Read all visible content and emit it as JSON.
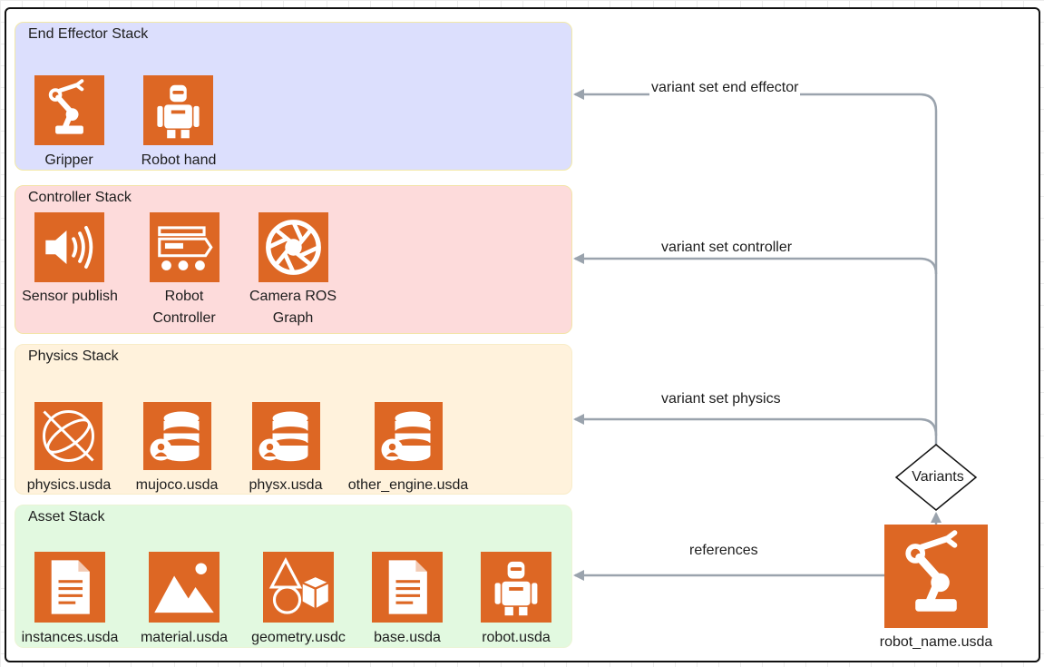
{
  "stacks": {
    "end_effector": {
      "title": "End Effector Stack",
      "fill": "#dcdffd",
      "border": "#f3e9a6",
      "items": [
        {
          "label": "Gripper",
          "icon": "robot-arm-icon"
        },
        {
          "label": "Robot hand",
          "icon": "humanoid-robot-icon"
        }
      ]
    },
    "controller": {
      "title": "Controller Stack",
      "fill": "#fddbdb",
      "border": "#f3e4a9",
      "items": [
        {
          "label": "Sensor publish",
          "icon": "speaker-icon"
        },
        {
          "label_lines": [
            "Robot",
            "Controller"
          ],
          "icon": "rover-icon"
        },
        {
          "label_lines": [
            "Camera ROS",
            "Graph"
          ],
          "icon": "camera-aperture-icon"
        }
      ]
    },
    "physics": {
      "title": "Physics Stack",
      "fill": "#fff2dc",
      "border": "#f8ecc8",
      "items": [
        {
          "label": "physics.usda",
          "icon": "physics-sphere-icon"
        },
        {
          "label": "mujoco.usda",
          "icon": "database-user-icon"
        },
        {
          "label": "physx.usda",
          "icon": "database-user-icon"
        },
        {
          "label": "other_engine.usda",
          "icon": "database-user-icon"
        }
      ]
    },
    "asset": {
      "title": "Asset Stack",
      "fill": "#e2f9e0",
      "border": "#ebf4d5",
      "items": [
        {
          "label": "instances.usda",
          "icon": "document-icon"
        },
        {
          "label": "material.usda",
          "icon": "image-icon"
        },
        {
          "label": "geometry.usdc",
          "icon": "shapes-icon"
        },
        {
          "label": "base.usda",
          "icon": "document-icon"
        },
        {
          "label": "robot.usda",
          "icon": "humanoid-robot-icon"
        }
      ]
    }
  },
  "root": {
    "label": "robot_name.usda",
    "icon": "robot-arm-icon"
  },
  "decision": {
    "label": "Variants"
  },
  "edges": {
    "end_effector": "variant set end effector",
    "controller": "variant set controller",
    "physics": "variant set physics",
    "references": "references"
  },
  "colors": {
    "tile": "#dd6724",
    "edge": "#9aa3ad",
    "frame": "#111111"
  }
}
